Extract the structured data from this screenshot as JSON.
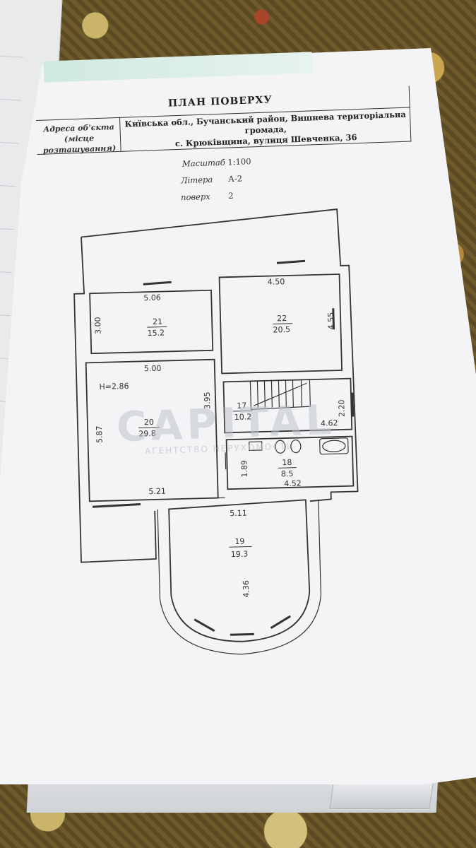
{
  "document": {
    "title": "ПЛАН ПОВЕРХУ",
    "address_label_line1": "Адреса об'єкта",
    "address_label_line2": "(місце розташування)",
    "address_line1": "Київська обл., Бучанський район, Вишнева територіальна громада,",
    "address_line2": "с. Крюківщина, вулиця Шевченка, 36",
    "scale_label": "Масштаб",
    "scale_value": "1:100",
    "litera_label": "Літера",
    "litera_value": "А-2",
    "floor_label": "поверх",
    "floor_value": "2"
  },
  "plan": {
    "height_note": "H=2.86",
    "rooms": [
      {
        "number": "21",
        "area": "15.2",
        "width": "5.06",
        "depth": "3.00"
      },
      {
        "number": "22",
        "area": "20.5",
        "width": "4.50",
        "depth": "4.55"
      },
      {
        "number": "20",
        "area": "29.8",
        "width_top": "5.00",
        "width_bottom": "5.21",
        "depth": "5.87",
        "side": "3.95"
      },
      {
        "number": "17",
        "area": "10.2",
        "width": "4.62",
        "depth": "2.20"
      },
      {
        "number": "18",
        "area": "8.5",
        "width": "4.52",
        "depth": "1.89"
      },
      {
        "number": "19",
        "area": "19.3",
        "width": "5.11",
        "depth": "4.36"
      }
    ]
  },
  "watermark": {
    "brand": "CAPITAL",
    "tagline": "АГЕНТСТВО НЕРУХОМОСТІ"
  },
  "colors": {
    "paper": "#f4f4f6",
    "ink": "#333333",
    "height_note": "#2a4aa8"
  }
}
